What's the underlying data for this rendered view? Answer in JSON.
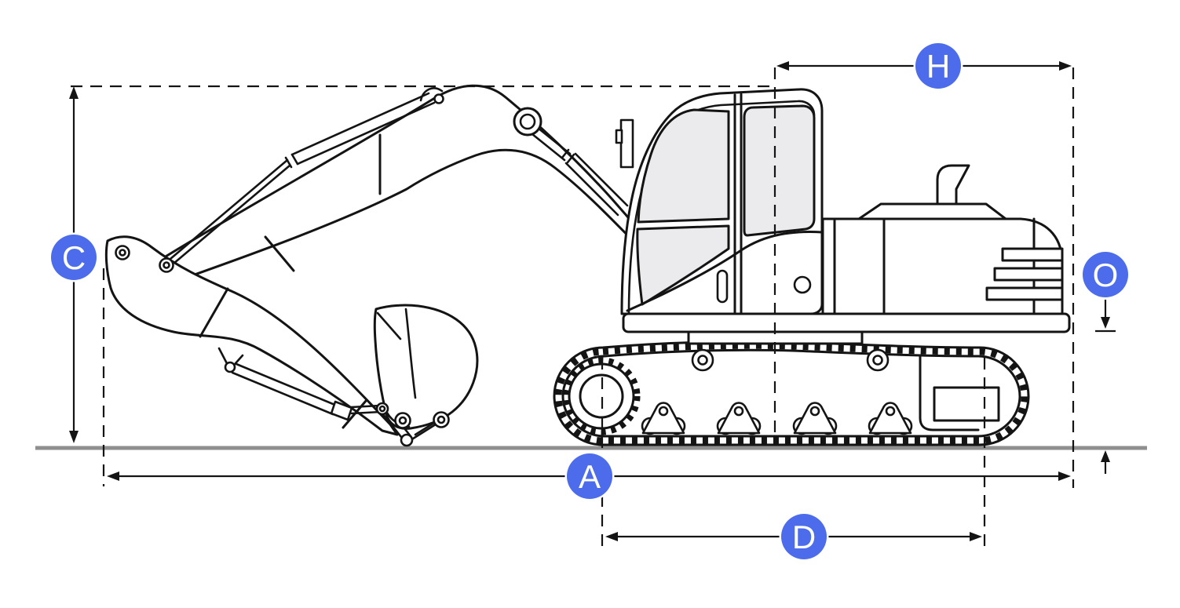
{
  "figure": {
    "subject": "crawler-excavator-side-view-dimension-diagram"
  },
  "colors": {
    "accent": "#4c6ceb",
    "line": "#141414",
    "ground": "#8f8f8f",
    "glass": "#ebebee"
  },
  "labels": {
    "a": "A",
    "c": "C",
    "d": "D",
    "h": "H",
    "o": "O"
  }
}
